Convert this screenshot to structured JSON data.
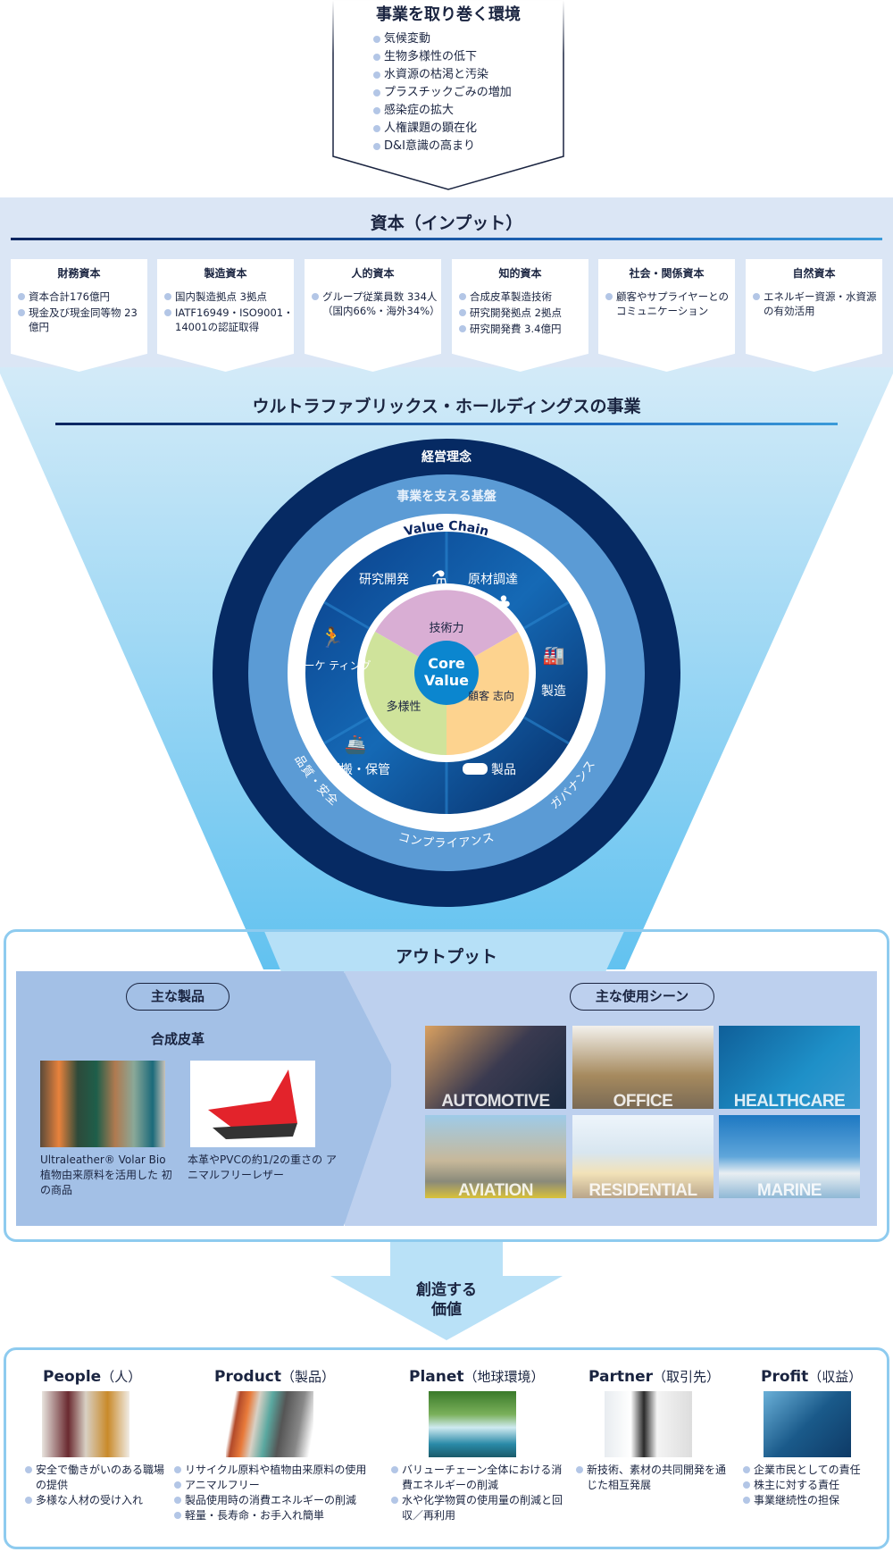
{
  "environment": {
    "title": "事業を取り巻く環境",
    "items": [
      "気候変動",
      "生物多様性の低下",
      "水資源の枯渇と汚染",
      "プラスチックごみの増加",
      "感染症の拡大",
      "人権課題の顕在化",
      "D&I意識の高まり"
    ]
  },
  "capital": {
    "title": "資本（インプット）",
    "cards": [
      {
        "title": "財務資本",
        "items": [
          "資本合計176億円",
          "現金及び現金同等物 23億円"
        ]
      },
      {
        "title": "製造資本",
        "items": [
          "国内製造拠点 3拠点",
          "IATF16949・ISO9001・14001の認証取得"
        ]
      },
      {
        "title": "人的資本",
        "items": [
          "グループ従業員数 334人（国内66%・海外34%）"
        ]
      },
      {
        "title": "知的資本",
        "items": [
          "合成皮革製造技術",
          "研究開発拠点 2拠点",
          "研究開発費 3.4億円"
        ]
      },
      {
        "title": "社会・関係資本",
        "items": [
          "顧客やサプライヤーとのコミュニケーション"
        ]
      },
      {
        "title": "自然資本",
        "items": [
          "エネルギー資源・水資源の有効活用"
        ]
      }
    ]
  },
  "business": {
    "title": "ウルトラファブリックス・ホールディングスの事業",
    "outer_ring": "経営理念",
    "second_ring": "事業を支える基盤",
    "foundation_items": [
      "品質・安全",
      "コンプライアンス",
      "ガバナンス"
    ],
    "value_chain_title": "Value Chain",
    "value_chain": [
      "研究開発",
      "原材調達",
      "製造",
      "製品",
      "運搬・保管",
      "マーケ ティング"
    ],
    "core": {
      "title_1": "Core",
      "title_2": "Value",
      "segments": [
        "技術力",
        "顧客 志向",
        "多様性"
      ]
    },
    "colors": {
      "navy": "#062a63",
      "ring": "#5b9bd5",
      "tech": "#d9aed4",
      "customer": "#fdd38f",
      "diversity": "#cfe39b",
      "core": "#0b86cf"
    }
  },
  "output": {
    "title": "アウトプット",
    "products_label": "主な製品",
    "product_category": "合成皮革",
    "products": [
      {
        "caption": "Ultraleather® Volar Bio 植物由来原料を活用した 初の商品"
      },
      {
        "caption": "本革やPVCの約1/2の重さの アニマルフリーレザー"
      }
    ],
    "scenes_label": "主な使用シーン",
    "scenes": [
      "AUTOMOTIVE",
      "OFFICE",
      "HEALTHCARE",
      "AVIATION",
      "RESIDENTIAL",
      "MARINE"
    ]
  },
  "value": {
    "line1": "創造する",
    "line2": "価値"
  },
  "values": [
    {
      "title": "People",
      "jp": "（人）",
      "items": [
        "安全で働きがいのある職場の提供",
        "多様な人材の受け入れ"
      ]
    },
    {
      "title": "Product",
      "jp": "（製品）",
      "items": [
        "リサイクル原料や植物由来原料の使用",
        "アニマルフリー",
        "製品使用時の消費エネルギーの削減",
        "軽量・長寿命・お手入れ簡単"
      ]
    },
    {
      "title": "Planet",
      "jp": "（地球環境）",
      "items": [
        "バリューチェーン全体における消費エネルギーの削減",
        "水や化学物質の使用量の削減と回収／再利用"
      ]
    },
    {
      "title": "Partner",
      "jp": "（取引先）",
      "items": [
        "新技術、素材の共同開発を通じた相互発展"
      ]
    },
    {
      "title": "Profit",
      "jp": "（収益）",
      "items": [
        "企業市民としての責任",
        "株主に対する責任",
        "事業継続性の担保"
      ]
    }
  ]
}
